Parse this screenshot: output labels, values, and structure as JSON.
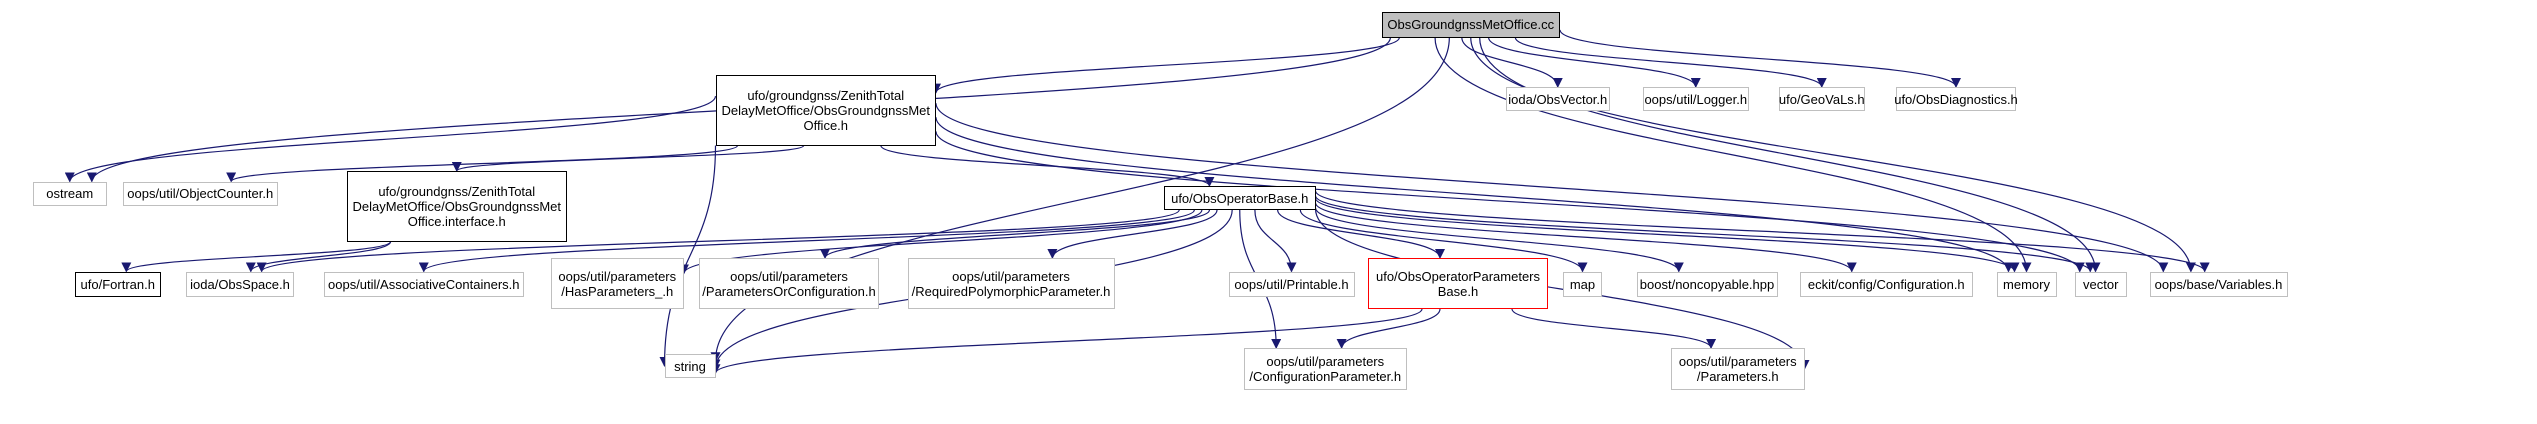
{
  "graph": {
    "title_node": "ObsGroundgnssMetOffice.cc",
    "edge_color": "#191970",
    "nodes": {
      "root": "ObsGroundgnssMetOffice.cc",
      "ztd_h": "ufo/groundgnss/ZenithTotal\nDelayMetOffice/ObsGroundgnssMet\nOffice.h",
      "ztd_interface_h": "ufo/groundgnss/ZenithTotal\nDelayMetOffice/ObsGroundgnssMet\nOffice.interface.h",
      "obs_operator_base_h": "ufo/ObsOperatorBase.h",
      "ostream": "ostream",
      "object_counter_h": "oops/util/ObjectCounter.h",
      "obs_vector_h": "ioda/ObsVector.h",
      "logger_h": "oops/util/Logger.h",
      "geovals_h": "ufo/GeoVaLs.h",
      "obs_diagnostics_h": "ufo/ObsDiagnostics.h",
      "fortran_h": "ufo/Fortran.h",
      "obs_space_h": "ioda/ObsSpace.h",
      "associative_containers_h": "oops/util/AssociativeContainers.h",
      "has_parameters_h": "oops/util/parameters\n/HasParameters_.h",
      "parameters_or_configuration_h": "oops/util/parameters\n/ParametersOrConfiguration.h",
      "required_polymorphic_parameter_h": "oops/util/parameters\n/RequiredPolymorphicParameter.h",
      "printable_h": "oops/util/Printable.h",
      "obs_operator_parameters_base_h": "ufo/ObsOperatorParameters\nBase.h",
      "map": "map",
      "noncopyable_hpp": "boost/noncopyable.hpp",
      "configuration_h": "eckit/config/Configuration.h",
      "memory": "memory",
      "vector": "vector",
      "variables_h": "oops/base/Variables.h",
      "string": "string",
      "configuration_parameter_h": "oops/util/parameters\n/ConfigurationParameter.h",
      "parameters_h": "oops/util/parameters\n/Parameters.h"
    }
  }
}
